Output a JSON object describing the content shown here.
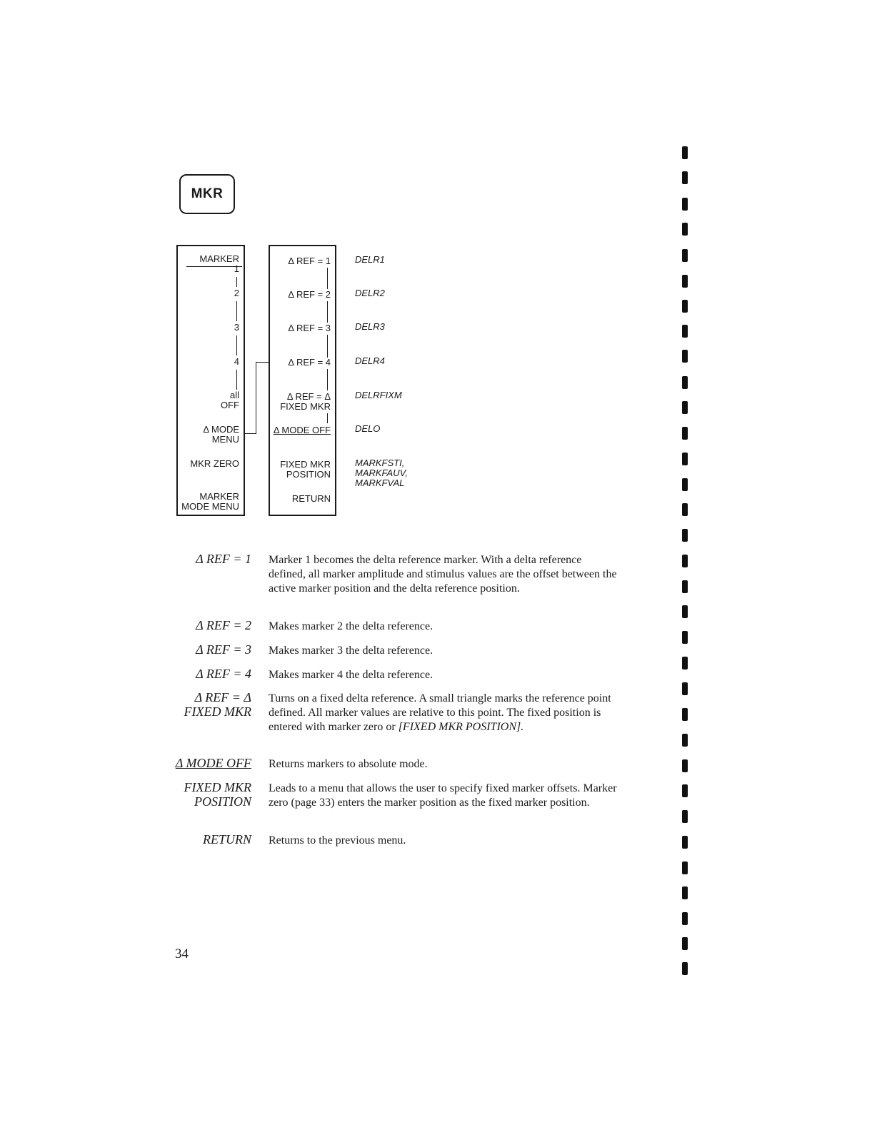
{
  "hardkey": {
    "label": "MKR"
  },
  "menu_left": {
    "items": [
      {
        "label": "MARKER"
      },
      {
        "label": "1"
      },
      {
        "label": "2"
      },
      {
        "label": "3"
      },
      {
        "label": "4"
      },
      {
        "label": "all"
      },
      {
        "label": "OFF"
      },
      {
        "label": "Δ MODE"
      },
      {
        "label": "MENU"
      },
      {
        "label": "MKR ZERO"
      },
      {
        "label": "MARKER"
      },
      {
        "label": "MODE MENU"
      }
    ]
  },
  "menu_right": {
    "items": [
      {
        "label": "Δ REF = 1"
      },
      {
        "label": "Δ REF = 2"
      },
      {
        "label": "Δ REF = 3"
      },
      {
        "label": "Δ REF = 4"
      },
      {
        "label": "Δ REF = Δ"
      },
      {
        "label": "FIXED MKR"
      },
      {
        "label": "Δ MODE OFF"
      },
      {
        "label": "FIXED MKR"
      },
      {
        "label": "POSITION"
      },
      {
        "label": "RETURN"
      }
    ]
  },
  "commands": [
    {
      "text": "DELR1"
    },
    {
      "text": "DELR2"
    },
    {
      "text": "DELR3"
    },
    {
      "text": "DELR4"
    },
    {
      "text": "DELRFIXM"
    },
    {
      "text": "DELO"
    },
    {
      "text": "MARKFSTI,"
    },
    {
      "text": "MARKFAUV,"
    },
    {
      "text": "MARKFVAL"
    }
  ],
  "definitions": [
    {
      "term": "Δ REF = 1",
      "desc": "Marker 1 becomes the delta reference marker. With a delta reference defined, all marker amplitude and stimulus values are the offset between the active marker position and the delta reference position."
    },
    {
      "term": "Δ REF = 2",
      "desc": "Makes marker 2 the delta reference."
    },
    {
      "term": "Δ REF = 3",
      "desc": "Makes marker 3 the delta reference."
    },
    {
      "term": "Δ REF = 4",
      "desc": "Makes marker 4 the delta reference."
    },
    {
      "term": "Δ REF = Δ",
      "term2": "FIXED MKR",
      "desc": "Turns on a fixed delta reference. A small triangle marks the reference point defined. All marker values are relative to this point. The fixed position is entered with marker zero or",
      "desc_italic": "[FIXED MKR POSITION]."
    },
    {
      "term": "Δ MODE OFF",
      "desc": "Returns markers to absolute mode."
    },
    {
      "term": "FIXED MKR",
      "term2": "POSITION",
      "desc": "Leads to a menu that allows the user to specify fixed marker offsets. Marker zero (page 33) enters the marker position as the fixed marker position."
    },
    {
      "term": "RETURN",
      "desc": "Returns to the previous menu."
    }
  ],
  "page_number": "34"
}
